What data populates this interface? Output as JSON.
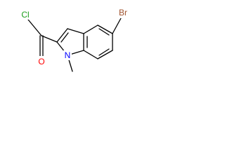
{
  "molecule": {
    "atoms": {
      "br": {
        "label": "Br",
        "color": "#a0522d"
      },
      "cl": {
        "label": "Cl",
        "color": "#1e9e1e"
      },
      "o": {
        "label": "O",
        "color": "#ff0000"
      },
      "n": {
        "label": "N",
        "color": "#0000ff"
      }
    }
  }
}
